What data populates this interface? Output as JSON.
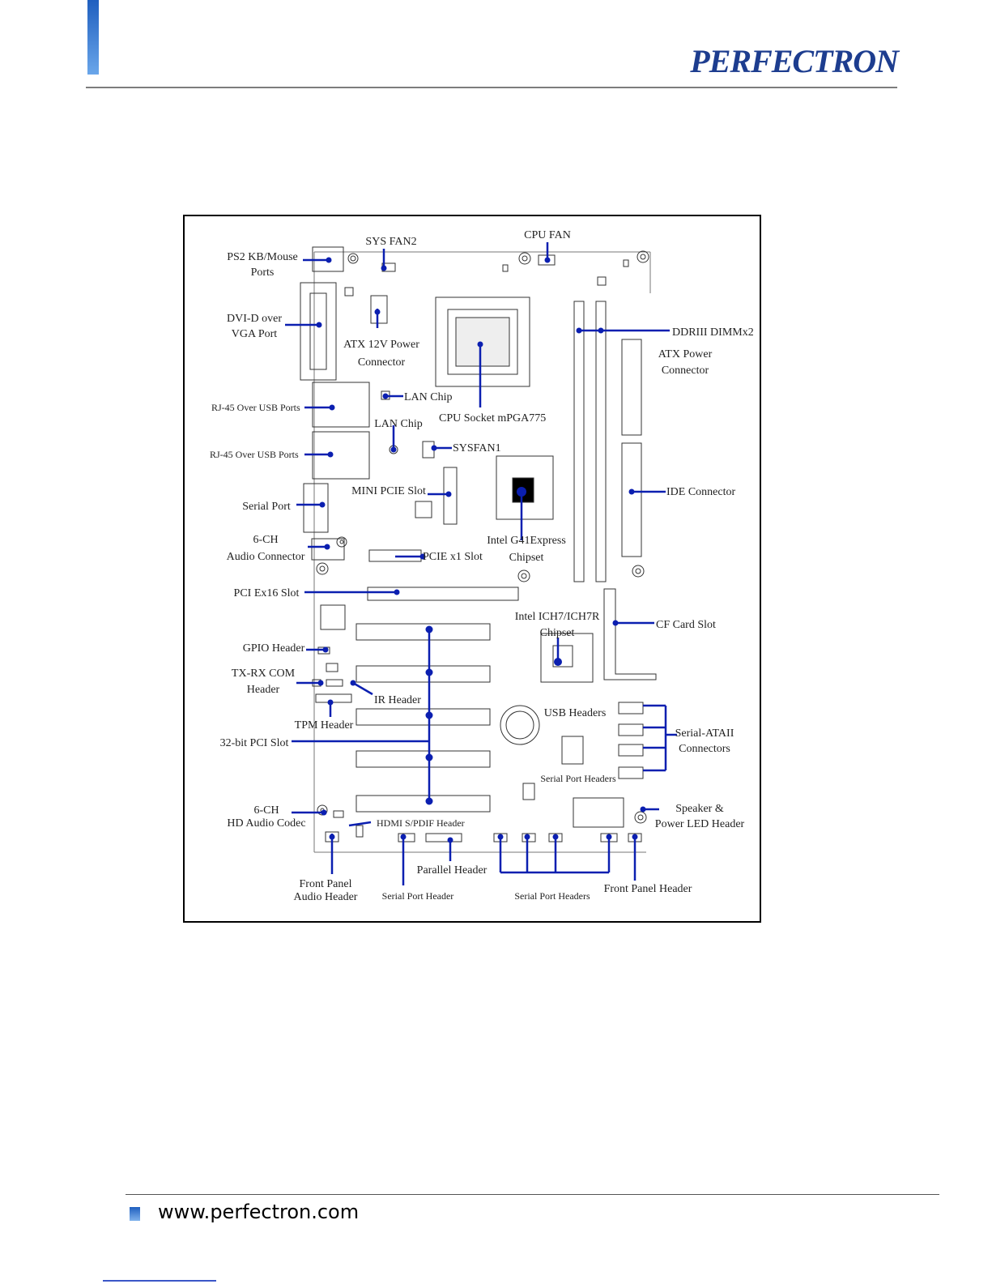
{
  "header": {
    "logo_text": "PERFECTRON",
    "accent_color": "#1f5fbf",
    "leader_color": "#0b1fb0"
  },
  "diagram": {
    "labels": {
      "ps2": [
        "PS2 KB/Mouse",
        "Ports"
      ],
      "sys_fan2": "SYS FAN2",
      "cpu_fan": "CPU FAN",
      "dvi": [
        "DVI-D over",
        "VGA Port"
      ],
      "atx12v": [
        "ATX 12V Power",
        "Connector"
      ],
      "ddr": "DDRIII DIMMx2",
      "atx_power": [
        "ATX Power",
        "Connector"
      ],
      "lan_chip_1": "LAN Chip",
      "rj45_1": "RJ-45 Over USB Ports",
      "cpu_socket": "CPU Socket mPGA775",
      "lan_chip_2": "LAN Chip",
      "rj45_2": "RJ-45 Over USB Ports",
      "sysfan1": "SYSFAN1",
      "mini_pcie": "MINI PCIE Slot",
      "ide": "IDE Connector",
      "serial_port": "Serial Port",
      "audio_6ch": [
        "6-CH",
        "Audio Connector"
      ],
      "pcie_x1": "PCIE x1 Slot",
      "g41": [
        "Intel G41Express",
        "Chipset"
      ],
      "pci_ex16": "PCI Ex16 Slot",
      "ich7": [
        "Intel ICH7/ICH7R",
        "Chipset"
      ],
      "cf_card": "CF Card Slot",
      "gpio": "GPIO Header",
      "txrx": [
        "TX-RX COM",
        "Header"
      ],
      "ir": "IR Header",
      "tpm": "TPM Header",
      "usb_headers": "USB Headers",
      "sata": [
        "Serial-ATAII",
        "Connectors"
      ],
      "pci32": "32-bit  PCI  Slot",
      "serial_port_headers_top": "Serial Port Headers",
      "hd_audio": [
        "6-CH",
        "HD Audio Codec"
      ],
      "hdmi": "HDMI S/PDIF Header",
      "speaker": [
        "Speaker &",
        "Power LED Header"
      ],
      "front_audio": [
        "Front Panel",
        "Audio Header"
      ],
      "parallel": "Parallel Header",
      "serial_port_header": "Serial Port Header",
      "serial_port_headers_bottom": "Serial Port Headers",
      "front_panel": "Front Panel Header"
    }
  },
  "footer": {
    "url": "www.perfectron.com"
  }
}
